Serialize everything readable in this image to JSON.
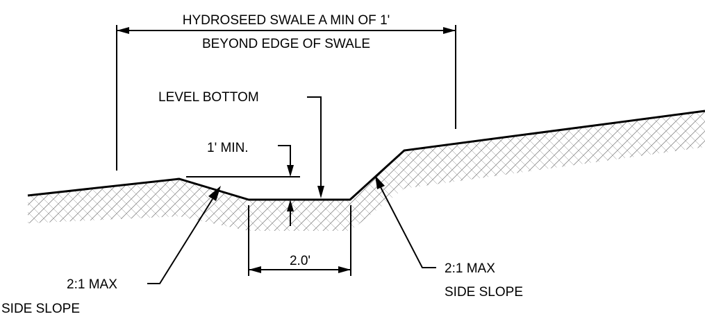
{
  "labels": {
    "hydroseed_line1": "HYDROSEED SWALE A MIN OF 1'",
    "hydroseed_line2": "BEYOND EDGE OF SWALE",
    "level_bottom": "LEVEL BOTTOM",
    "min_depth": "1' MIN.",
    "bottom_width": "2.0'",
    "left_slope_line1": "2:1 MAX",
    "left_slope_line2": "SIDE SLOPE",
    "right_slope_line1": "2:1 MAX",
    "right_slope_line2": "SIDE SLOPE"
  },
  "colors": {
    "ink": "#000000",
    "hatch": "#8a8a8a"
  }
}
